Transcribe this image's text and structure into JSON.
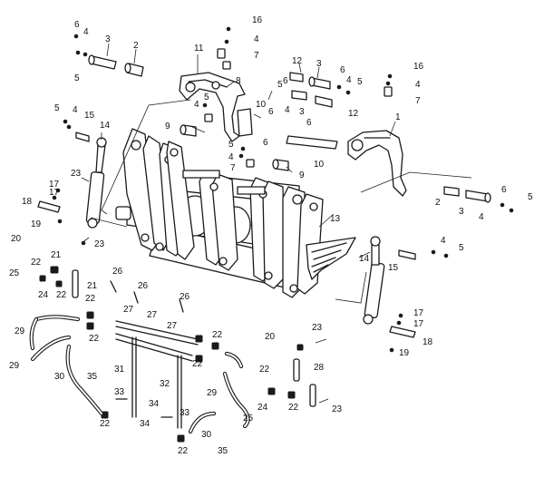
{
  "callouts": [
    {
      "label": "6"
    },
    {
      "label": "4"
    },
    {
      "label": "3"
    },
    {
      "label": "2"
    },
    {
      "label": "5"
    },
    {
      "label": "16"
    },
    {
      "label": "4"
    },
    {
      "label": "7"
    },
    {
      "label": "11"
    },
    {
      "label": "8"
    },
    {
      "label": "5"
    },
    {
      "label": "4"
    },
    {
      "label": "9"
    },
    {
      "label": "10"
    },
    {
      "label": "6"
    },
    {
      "label": "12"
    },
    {
      "label": "3"
    },
    {
      "label": "6"
    },
    {
      "label": "4"
    },
    {
      "label": "5"
    },
    {
      "label": "16"
    },
    {
      "label": "4"
    },
    {
      "label": "7"
    },
    {
      "label": "5"
    },
    {
      "label": "6"
    },
    {
      "label": "4"
    },
    {
      "label": "3"
    },
    {
      "label": "12"
    },
    {
      "label": "1"
    },
    {
      "label": "5"
    },
    {
      "label": "4"
    },
    {
      "label": "15"
    },
    {
      "label": "14"
    },
    {
      "label": "6"
    },
    {
      "label": "5"
    },
    {
      "label": "4"
    },
    {
      "label": "7"
    },
    {
      "label": "9"
    },
    {
      "label": "10"
    },
    {
      "label": "6"
    },
    {
      "label": "2"
    },
    {
      "label": "3"
    },
    {
      "label": "6"
    },
    {
      "label": "4"
    },
    {
      "label": "5"
    },
    {
      "label": "23"
    },
    {
      "label": "17"
    },
    {
      "label": "17"
    },
    {
      "label": "18"
    },
    {
      "label": "19"
    },
    {
      "label": "20"
    },
    {
      "label": "21"
    },
    {
      "label": "23"
    },
    {
      "label": "13"
    },
    {
      "label": "4"
    },
    {
      "label": "5"
    },
    {
      "label": "15"
    },
    {
      "label": "14"
    },
    {
      "label": "25"
    },
    {
      "label": "22"
    },
    {
      "label": "24"
    },
    {
      "label": "22"
    },
    {
      "label": "21"
    },
    {
      "label": "26"
    },
    {
      "label": "26"
    },
    {
      "label": "26"
    },
    {
      "label": "27"
    },
    {
      "label": "27"
    },
    {
      "label": "27"
    },
    {
      "label": "22"
    },
    {
      "label": "22"
    },
    {
      "label": "29"
    },
    {
      "label": "29"
    },
    {
      "label": "30"
    },
    {
      "label": "35"
    },
    {
      "label": "22"
    },
    {
      "label": "31"
    },
    {
      "label": "33"
    },
    {
      "label": "34"
    },
    {
      "label": "34"
    },
    {
      "label": "22"
    },
    {
      "label": "32"
    },
    {
      "label": "33"
    },
    {
      "label": "30"
    },
    {
      "label": "22"
    },
    {
      "label": "35"
    },
    {
      "label": "22"
    },
    {
      "label": "29"
    },
    {
      "label": "22"
    },
    {
      "label": "25"
    },
    {
      "label": "24"
    },
    {
      "label": "22"
    },
    {
      "label": "20"
    },
    {
      "label": "28"
    },
    {
      "label": "23"
    },
    {
      "label": "17"
    },
    {
      "label": "17"
    },
    {
      "label": "18"
    },
    {
      "label": "19"
    },
    {
      "label": "23"
    }
  ]
}
